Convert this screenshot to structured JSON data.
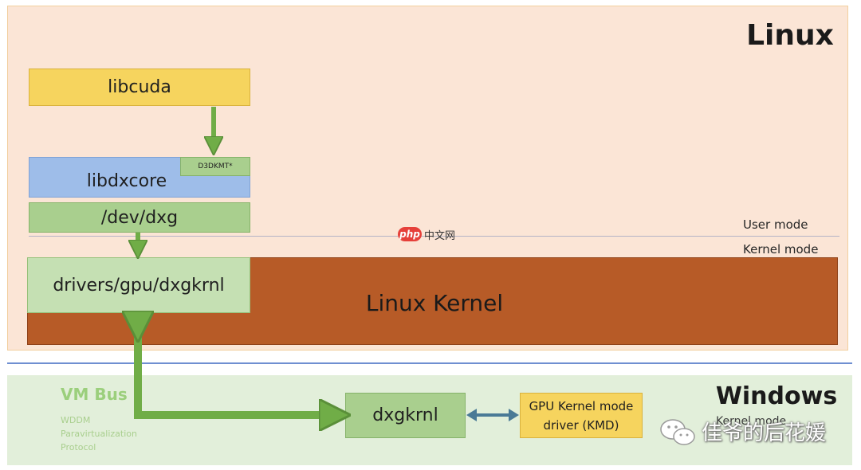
{
  "linux": {
    "title": "Linux",
    "libcuda": "libcuda",
    "libdxcore": "libdxcore",
    "d3dkmt": "D3DKMT*",
    "devdxg": "/dev/dxg",
    "user_mode": "User mode",
    "kernel_mode": "Kernel mode",
    "drivers": "drivers/gpu/dxgkrnl",
    "kernel": "Linux Kernel"
  },
  "windows": {
    "title": "Windows",
    "kernel_mode": "Kernel mode",
    "vm_bus": "VM Bus",
    "protocol_lines": [
      "WDDM",
      "Paravirtualization",
      "Protocol"
    ],
    "dxgkrnl": "dxgkrnl",
    "kmd_line1": "GPU Kernel mode",
    "kmd_line2": "driver (KMD)"
  },
  "watermark": {
    "php_badge": "php",
    "php_text": "中文网",
    "author": "佳爷的后花媛"
  },
  "colors": {
    "linux_bg": "#fbe5d6",
    "windows_bg": "#e2efda",
    "kernel_bg": "#b75b27",
    "arrow_green": "#70ad47",
    "box_yellow": "#f6d45e",
    "box_blue": "#9ebde9",
    "box_green": "#a9cf8e",
    "separator_blue": "#6f8fd1"
  },
  "icons": [
    "wechat-icon"
  ]
}
